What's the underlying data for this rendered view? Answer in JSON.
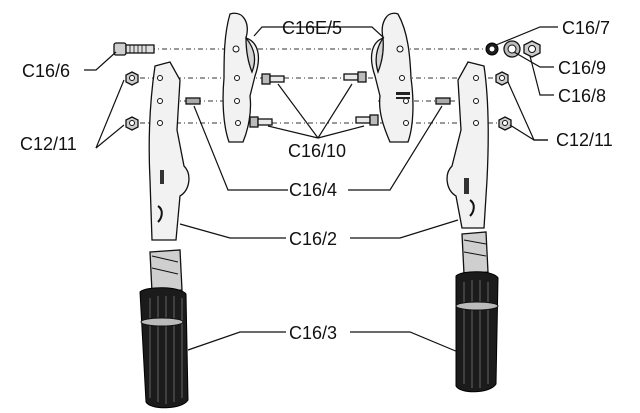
{
  "labels": {
    "c16e5": "C16E/5",
    "c16_7": "C16/7",
    "c16_6": "C16/6",
    "c16_9": "C16/9",
    "c16_8": "C16/8",
    "c12_11_left": "C12/11",
    "c12_11_right": "C12/11",
    "c16_10": "C16/10",
    "c16_4": "C16/4",
    "c16_2": "C16/2",
    "c16_3": "C16/3"
  },
  "icons": [
    "bolt-icon",
    "nut-icon",
    "washer-icon",
    "screw-icon",
    "jaw-blade",
    "handle-arm",
    "rubber-grip"
  ]
}
